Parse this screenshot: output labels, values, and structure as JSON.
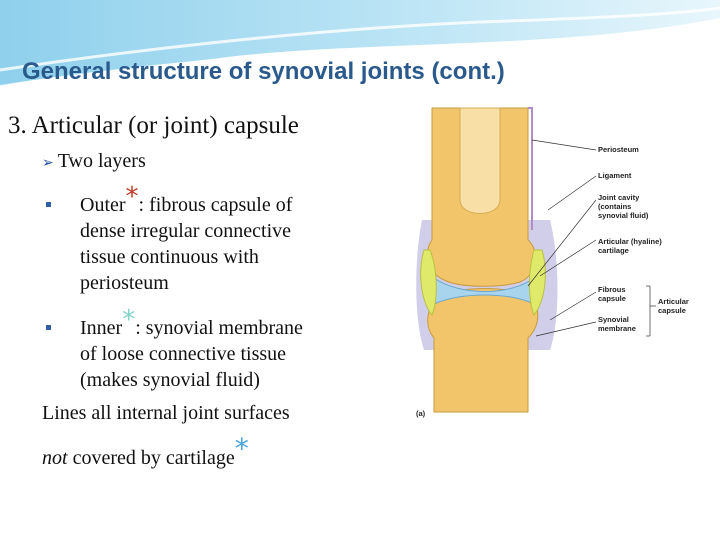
{
  "slide": {
    "title": "General structure of synovial joints (cont.)",
    "heading": "3. Articular (or joint) capsule",
    "subpoint": "Two layers",
    "outer": {
      "label": "Outer",
      "after": ":  fibrous capsule of",
      "lines": [
        "dense irregular connective",
        "tissue continuous with",
        "periosteum"
      ]
    },
    "inner": {
      "label": "Inner",
      "after": ": synovial membrane",
      "lines": [
        "of loose connective tissue",
        "(makes synovial fluid)"
      ]
    },
    "footer_line1": "Lines all internal joint surfaces",
    "footer_line2_italic": "not",
    "footer_line2_rest": " covered by cartilage",
    "asterisk": "*"
  },
  "diagram": {
    "labels": {
      "periosteum": "Periosteum",
      "ligament": "Ligament",
      "joint_cavity_1": "Joint cavity",
      "joint_cavity_2": "(contains",
      "joint_cavity_3": "synovial fluid)",
      "articular_1": "Articular (hyaline)",
      "articular_2": "cartilage",
      "fibrous_1": "Fibrous",
      "fibrous_2": "capsule",
      "synovial_1": "Synovial",
      "synovial_2": "membrane",
      "capsule_1": "Articular",
      "capsule_2": "capsule",
      "panel": "(a)"
    }
  },
  "colors": {
    "title": "#2a5a8c",
    "bone": "#f2c56a",
    "cartilage": "#dfe96a",
    "cavity": "#a9d4ee",
    "capsule": "#c9c6e6"
  }
}
